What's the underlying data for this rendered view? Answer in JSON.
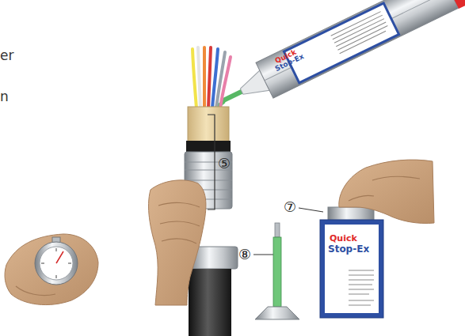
{
  "diagram": {
    "labels": [
      "er",
      "n",
      "⑤",
      "⑦",
      "⑧",
      "Quick",
      "Stop-Ex",
      "Quick",
      "Stop-Ex"
    ]
  }
}
